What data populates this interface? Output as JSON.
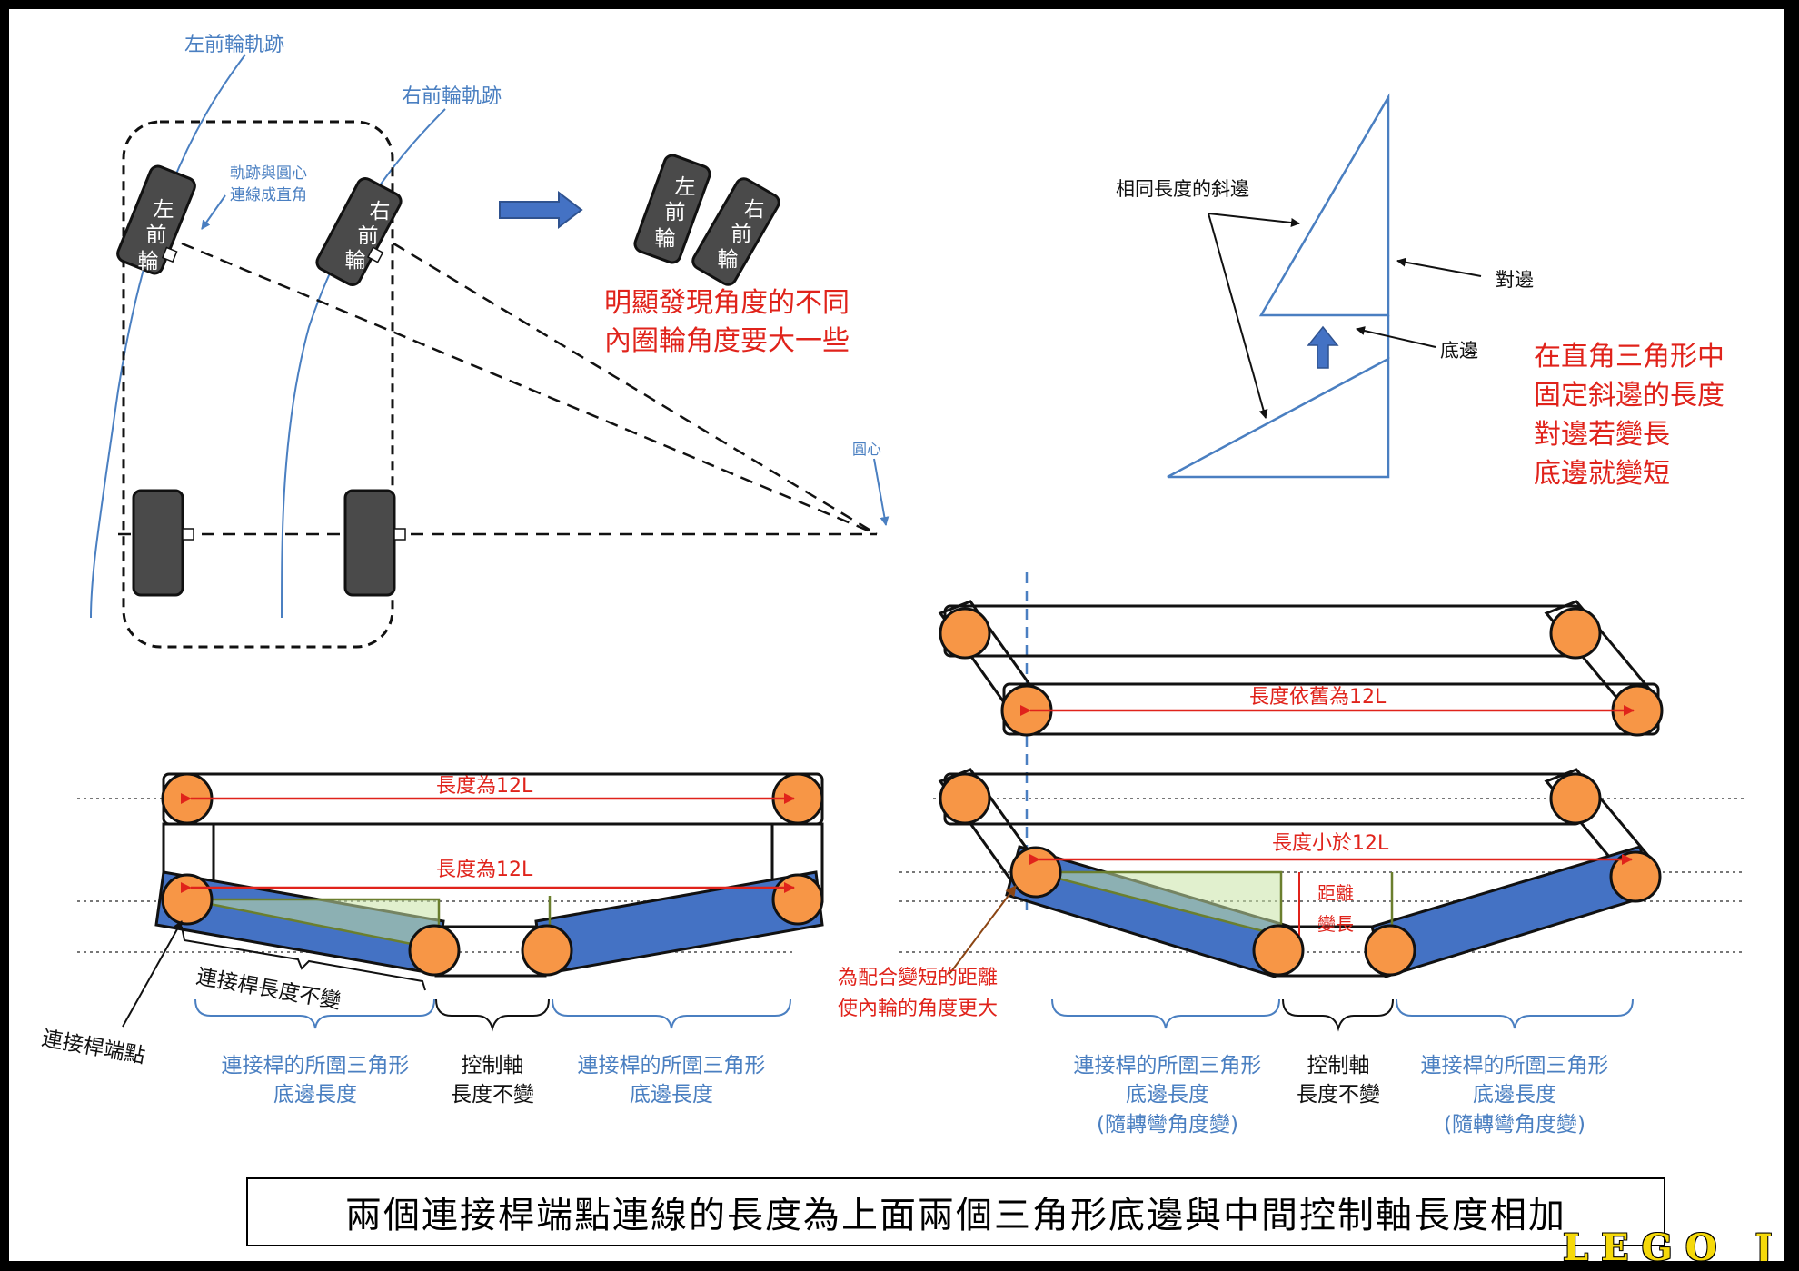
{
  "top_left": {
    "left_track_label": "左前輪軌跡",
    "right_track_label": "右前輪軌跡",
    "right_angle_note_line1": "軌跡與圓心",
    "right_angle_note_line2": "連線成直角",
    "center_label": "圓心",
    "left_wheel_chars": [
      "左",
      "前",
      "輪"
    ],
    "right_wheel_chars": [
      "右",
      "前",
      "輪"
    ]
  },
  "comparison": {
    "note_line1": "明顯發現角度的不同",
    "note_line2": "內圈輪角度要大一些"
  },
  "triangle": {
    "hypotenuse_label": "相同長度的斜邊",
    "opposite_label": "對邊",
    "base_label": "底邊",
    "rule_lines": [
      "在直角三角形中",
      "固定斜邊的長度",
      "對邊若變長",
      "底邊就變短"
    ]
  },
  "linkage_left": {
    "length_top": "長度為12L",
    "length_mid": "長度為12L",
    "rod_constant": "連接桿長度不變",
    "endpoint_label": "連接桿端點",
    "bracket_left": [
      "連接桿的所圍三角形",
      "底邊長度"
    ],
    "bracket_mid": [
      "控制軸",
      "長度不變"
    ],
    "bracket_right": [
      "連接桿的所圍三角形",
      "底邊長度"
    ]
  },
  "linkage_right": {
    "length_still": "長度依舊為12L",
    "length_less": "長度小於12L",
    "distance_chars": [
      "距離",
      "變長"
    ],
    "note_line1": "為配合變短的距離",
    "note_line2": "使內輪的角度更大",
    "bracket_left": [
      "連接桿的所圍三角形",
      "底邊長度",
      "(隨轉彎角度變)"
    ],
    "bracket_mid": [
      "控制軸",
      "長度不變"
    ],
    "bracket_right": [
      "連接桿的所圍三角形",
      "底邊長度",
      "(隨轉彎角度變)"
    ]
  },
  "caption": "兩個連接桿端點連線的長度為上面兩個三角形底邊與中間控制軸長度相加",
  "logo": "LEGO JL",
  "colors": {
    "accent_blue": "#4a7fc1",
    "link_blue": "#4472c4",
    "joint_orange": "#f79646",
    "triangle_green": "#d6e9b8",
    "red": "#e0231b",
    "wheel_gray": "#4a4a4a"
  }
}
